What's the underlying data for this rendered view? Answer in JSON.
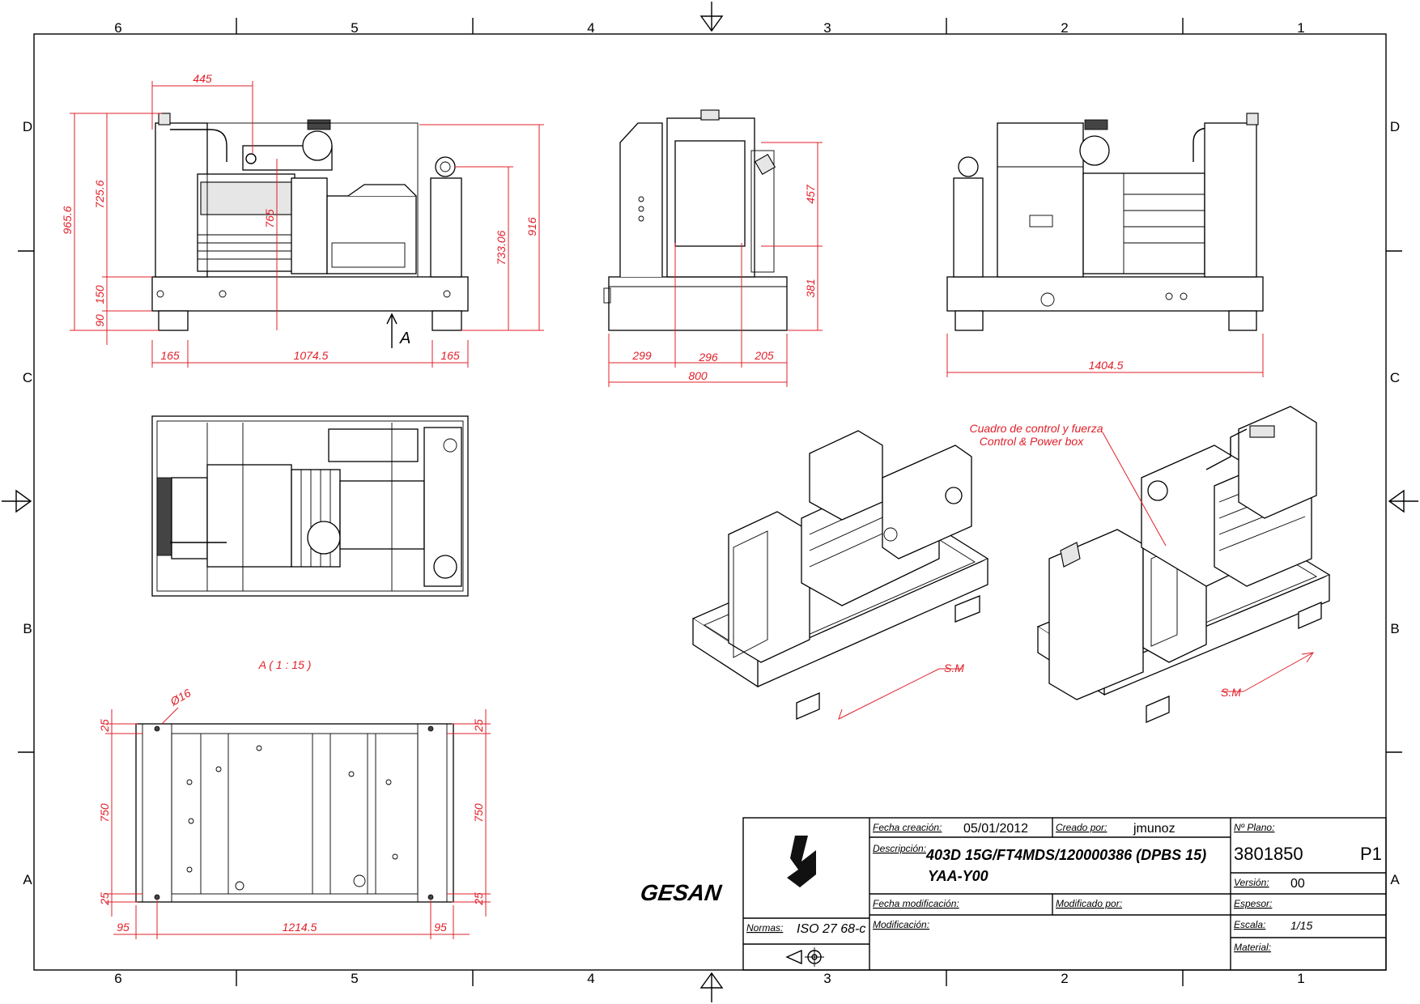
{
  "frame": {
    "columns": [
      "6",
      "5",
      "4",
      "3",
      "2",
      "1"
    ],
    "rows": [
      "D",
      "C",
      "B",
      "A"
    ]
  },
  "dimensions": {
    "side_view": {
      "top_width": "445",
      "overall_height": "965.6",
      "upper_height": "725.6",
      "base_150": "150",
      "base_90": "90",
      "inner_height": "765",
      "right_height_1": "733.06",
      "right_height_2": "916",
      "bottom_left": "165",
      "bottom_mid": "1074.5",
      "bottom_right": "165",
      "view_arrow": "A"
    },
    "front_view": {
      "upper": "457",
      "lower": "381",
      "w1": "299",
      "w2": "296",
      "w3": "205",
      "total": "800"
    },
    "rear_view": {
      "total": "1404.5"
    },
    "base_view": {
      "title": "A ( 1 : 15 )",
      "hole": "Ø16",
      "top_edge": "25",
      "height": "750",
      "bottom_edge": "25",
      "left": "95",
      "mid": "1214.5",
      "right": "95"
    },
    "iso": {
      "callout_es": "Cuadro de control y fuerza",
      "callout_en": "Control & Power box",
      "sm_left": "S.M",
      "sm_right": "S.M"
    }
  },
  "title_block": {
    "logo": "GESAN",
    "norms_label": "Normas:",
    "norms_value": "ISO 27 68-c",
    "created_label": "Fecha creación:",
    "created_value": "05/01/2012",
    "author_label": "Creado por:",
    "author_value": "jmunoz",
    "desc_label": "Descripción:",
    "desc_line1": "403D 15G/FT4MDS/120000386 (DPBS 15)",
    "desc_line2": "YAA-Y00",
    "modified_date_label": "Fecha modificación:",
    "modified_by_label": "Modificado por:",
    "modification_label": "Modificación:",
    "plan_label": "Nº Plano:",
    "plan_value": "3801850",
    "sheet": "P1",
    "version_label": "Versión:",
    "version_value": "00",
    "thickness_label": "Espesor:",
    "scale_label": "Escala:",
    "scale_value": "1/15",
    "material_label": "Material:"
  },
  "colors": {
    "dimension": "#e0202a",
    "line": "#000000"
  }
}
